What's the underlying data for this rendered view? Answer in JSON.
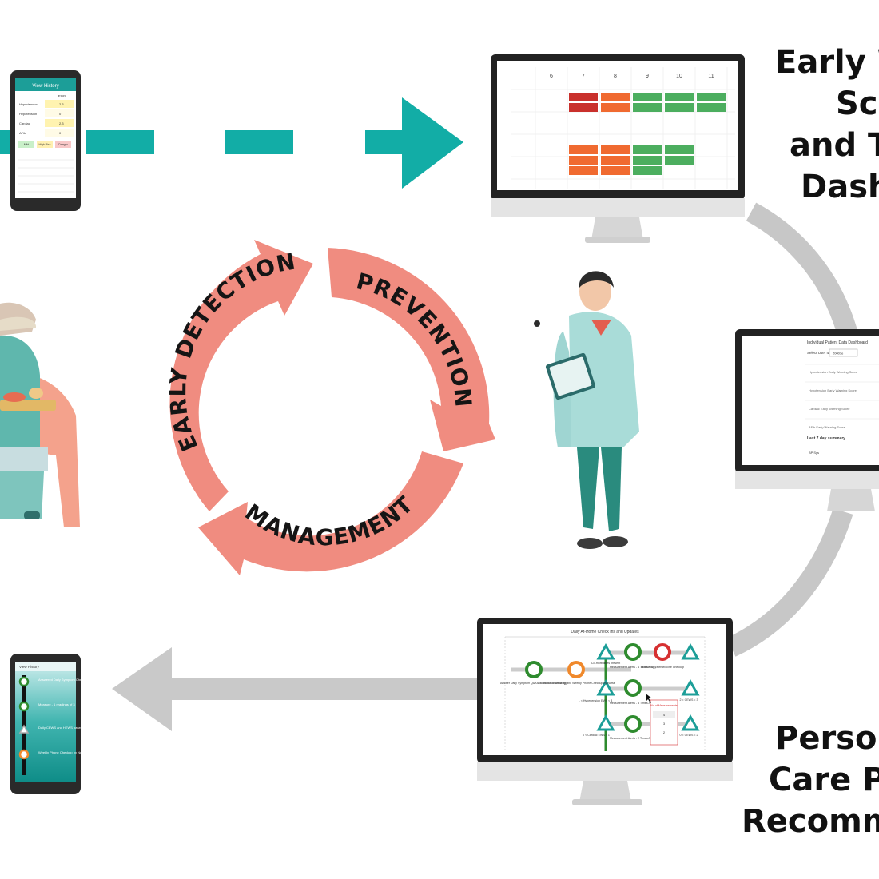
{
  "colors": {
    "teal": "#12ada6",
    "coral": "#f08c80",
    "coral_dark": "#e0705f",
    "gray_arrow": "#c7c7c7",
    "screen_dark": "#222222",
    "alert_red": "#c9302c",
    "alert_orange": "#f06a30",
    "alert_green": "#4cae5f"
  },
  "cycle": {
    "segments": [
      "EARLY DETECTION",
      "PREVENTION",
      "MANAGEMENT"
    ]
  },
  "captions": {
    "top_right": [
      "Early W",
      "Sc",
      "and Tr",
      "Dash"
    ],
    "bottom_right": [
      "Person",
      "Care Pa",
      "Recomme"
    ]
  },
  "phone_top": {
    "header": "View History",
    "column_header": "EWS",
    "rows": [
      {
        "label": "Hypertension",
        "value": "2.3"
      },
      {
        "label": "Hypotension",
        "value": "0"
      },
      {
        "label": "Cardiac",
        "value": "2.3"
      },
      {
        "label": "AFib",
        "value": "0"
      }
    ],
    "chips": [
      "Mild",
      "High Risk",
      "Danger"
    ]
  },
  "dashboard_top": {
    "day_labels": [
      "6",
      "7",
      "8",
      "9",
      "10",
      "11"
    ]
  },
  "dashboard_mid": {
    "title": "Individual Patient Data Dashboard",
    "select_label": "Select User ID",
    "select_value": "20001e",
    "rows": [
      "Hypertension Early Warning Score",
      "Hypotension Early Warning Score",
      "Cardiac Early Warning Score",
      "AFib Early Warning Score"
    ],
    "summary_title": "Last 7 day summary",
    "summary_row": "BP Sys"
  },
  "care_path": {
    "title": "Daily At-Home Check Ins and Updates",
    "nodes": [
      "Answer Daily Symptom Q&A in Chatbot or Alexa App",
      "Continuous Monitoring and Weekly Phone Checkup by Nurse",
      "Co-morbidities present",
      "Measurement Alerts - 4 Times A Day",
      "Bi-Monthly Telemedicine Checkup",
      "Measurement Alerts - 3 Times A Day",
      "Measurement Alerts - 2 Times A Day"
    ],
    "labels": [
      "1 < Hypertension EWS < 3",
      "2 < CEWS < 3",
      "0 < Cardiac EWS < 1",
      "0 < CEWS < 2"
    ],
    "popup_title": "No of Measurements",
    "popup_values": [
      "4",
      "3",
      "2"
    ]
  },
  "phone_bottom": {
    "header": "View History",
    "steps": [
      "Answered Daily Symptom Checker",
      "Measure - 1 readings of 3",
      "Daily CEWS and HEWS based Recommendations",
      "Weekly Phone Checkup by Nurse"
    ]
  }
}
